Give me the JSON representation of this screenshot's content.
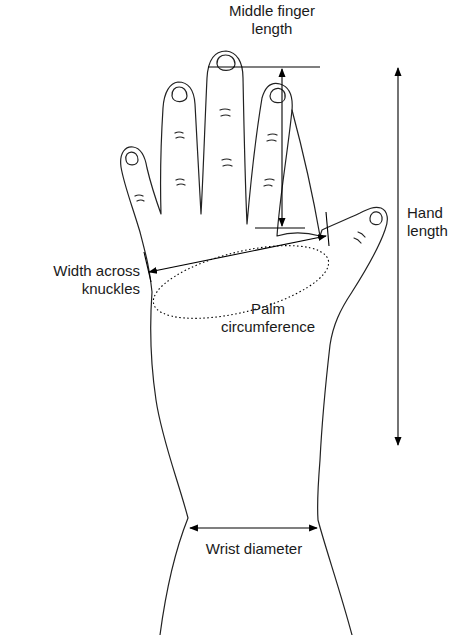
{
  "diagram": {
    "labels": [
      "Middle finger length",
      "Hand length",
      "Width across knuckles",
      "Palm circumference",
      "Wrist diameter"
    ]
  }
}
